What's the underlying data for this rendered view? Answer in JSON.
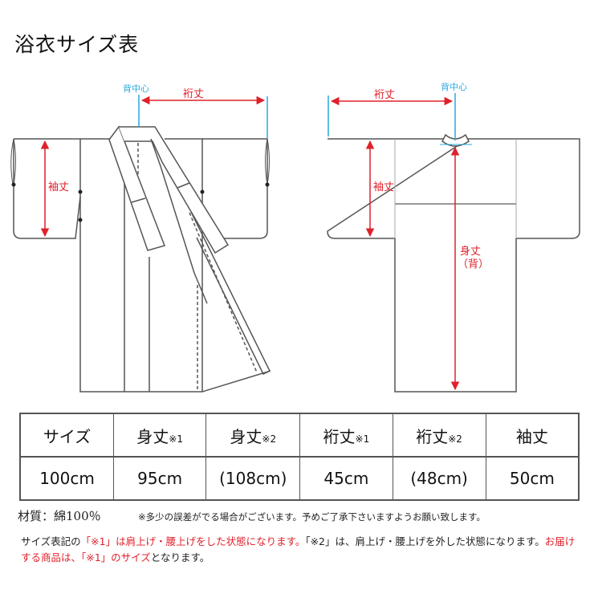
{
  "title": "浴衣サイズ表",
  "diagram_front": {
    "label_back_center": "背中心",
    "label_yuki": "裄丈",
    "label_sleeve": "袖丈"
  },
  "diagram_back": {
    "label_yuki": "裄丈",
    "label_back_center": "背中心",
    "label_sleeve": "袖丈",
    "label_length_line1": "身丈",
    "label_length_line2": "（背）"
  },
  "colors": {
    "measure_red": "#e0202a",
    "center_blue": "#29a8e0",
    "outline": "#555555"
  },
  "table": {
    "headers": [
      {
        "main": "サイズ",
        "note": ""
      },
      {
        "main": "身丈",
        "note": "※1"
      },
      {
        "main": "身丈",
        "note": "※2"
      },
      {
        "main": "裄丈",
        "note": "※1"
      },
      {
        "main": "裄丈",
        "note": "※2"
      },
      {
        "main": "袖丈",
        "note": ""
      }
    ],
    "rows": [
      [
        "100cm",
        "95cm",
        "(108cm)",
        "45cm",
        "(48cm)",
        "50cm"
      ]
    ]
  },
  "material": "材質：綿100％",
  "disclaimer": "※多少の誤差がでる場合がございます。予めご了承下さいますようお願い致します。",
  "notes": {
    "p1": "サイズ表記の",
    "p2_red": "「※1」は肩上げ・腰上げをした状態になります。",
    "p3": "「※2」は、肩上げ・腰上げを外した状態になります。",
    "p4_red": "お届けする商品は、「※1」のサイズ",
    "p5": "となります。"
  }
}
